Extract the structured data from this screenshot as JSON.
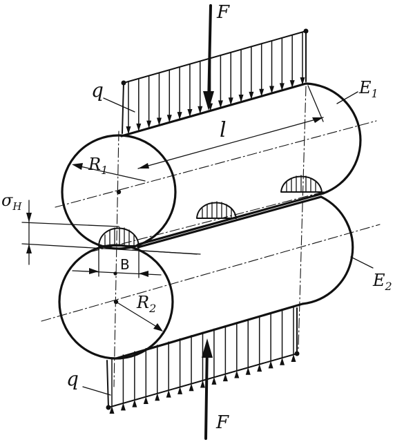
{
  "labels": {
    "force_top": "F",
    "force_bottom": "F",
    "load_top": "q",
    "load_bottom": "q",
    "length": "l",
    "radius_top": {
      "main": "R",
      "sub": "1"
    },
    "radius_bottom": {
      "main": "R",
      "sub": "2"
    },
    "modulus_top": {
      "main": "E",
      "sub": "1"
    },
    "modulus_bottom": {
      "main": "E",
      "sub": "2"
    },
    "stress": {
      "main": "σ",
      "sub": "H"
    },
    "contact_width": "B"
  },
  "colors": {
    "ink": "#111111",
    "background": "#ffffff"
  }
}
